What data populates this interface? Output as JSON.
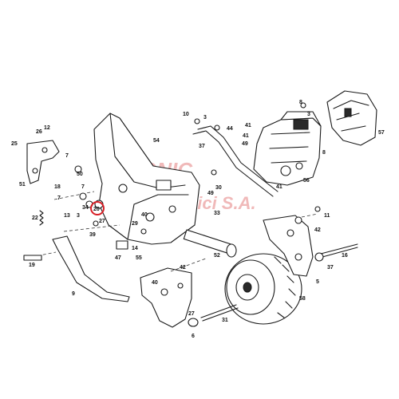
{
  "watermark": {
    "line1": "PRONIC",
    "line2": "Stefanici S.A."
  },
  "highlight": {
    "label": "20",
    "color": "#d81f26"
  },
  "callouts": [
    {
      "id": "c8",
      "label": "8"
    },
    {
      "id": "c3a",
      "label": "3"
    },
    {
      "id": "c57",
      "label": "57"
    },
    {
      "id": "c10",
      "label": "10"
    },
    {
      "id": "c3b",
      "label": "3"
    },
    {
      "id": "c44",
      "label": "44"
    },
    {
      "id": "c41a",
      "label": "41"
    },
    {
      "id": "c12",
      "label": "12"
    },
    {
      "id": "c26",
      "label": "26"
    },
    {
      "id": "c25",
      "label": "25"
    },
    {
      "id": "c54",
      "label": "54"
    },
    {
      "id": "c49a",
      "label": "49"
    },
    {
      "id": "c37a",
      "label": "37"
    },
    {
      "id": "c41b",
      "label": "41"
    },
    {
      "id": "c7a",
      "label": "7"
    },
    {
      "id": "c18",
      "label": "18"
    },
    {
      "id": "c50",
      "label": "50"
    },
    {
      "id": "c51",
      "label": "51"
    },
    {
      "id": "c7b",
      "label": "7"
    },
    {
      "id": "c34",
      "label": "34"
    },
    {
      "id": "c3c",
      "label": "3"
    },
    {
      "id": "c13",
      "label": "13"
    },
    {
      "id": "c7c",
      "label": "7"
    },
    {
      "id": "c20",
      "label": "20"
    },
    {
      "id": "c30",
      "label": "30"
    },
    {
      "id": "c49b",
      "label": "49"
    },
    {
      "id": "c33",
      "label": "33"
    },
    {
      "id": "c41c",
      "label": "41"
    },
    {
      "id": "c56",
      "label": "56"
    },
    {
      "id": "c8b",
      "label": "8"
    },
    {
      "id": "c11",
      "label": "11"
    },
    {
      "id": "c22",
      "label": "22"
    },
    {
      "id": "c39",
      "label": "39"
    },
    {
      "id": "c27a",
      "label": "27"
    },
    {
      "id": "c29",
      "label": "29"
    },
    {
      "id": "c40a",
      "label": "40"
    },
    {
      "id": "c42a",
      "label": "42"
    },
    {
      "id": "c14",
      "label": "14"
    },
    {
      "id": "c47",
      "label": "47"
    },
    {
      "id": "c55",
      "label": "55"
    },
    {
      "id": "c52",
      "label": "52"
    },
    {
      "id": "c19",
      "label": "19"
    },
    {
      "id": "c37b",
      "label": "37"
    },
    {
      "id": "c16",
      "label": "16"
    },
    {
      "id": "c9",
      "label": "9"
    },
    {
      "id": "c42b",
      "label": "42"
    },
    {
      "id": "c40b",
      "label": "40"
    },
    {
      "id": "c5",
      "label": "5"
    },
    {
      "id": "c58",
      "label": "58"
    },
    {
      "id": "c27b",
      "label": "27"
    },
    {
      "id": "c31",
      "label": "31"
    },
    {
      "id": "c6",
      "label": "6"
    }
  ]
}
